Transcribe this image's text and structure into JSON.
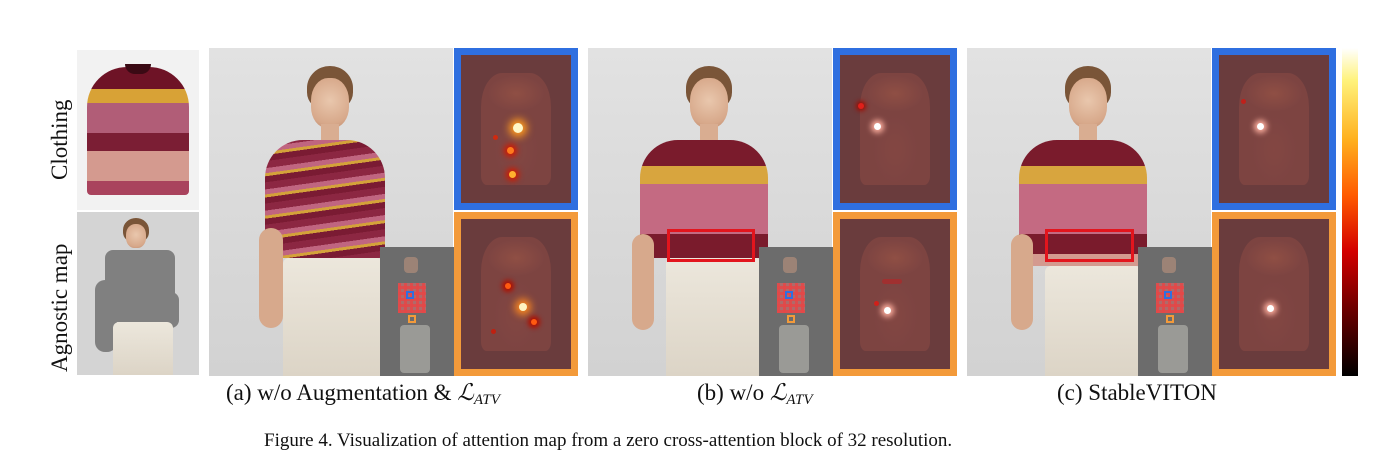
{
  "row_labels": {
    "clothing": "Clothing",
    "agnostic": "Agnostic map"
  },
  "panels": [
    {
      "id": "a",
      "caption_prefix": "(a) w/o Augmentation & ",
      "caption_symbol": "ℒ",
      "caption_sub": "ATV"
    },
    {
      "id": "b",
      "caption_prefix": "(b) w/o ",
      "caption_symbol": "ℒ",
      "caption_sub": "ATV"
    },
    {
      "id": "c",
      "caption_prefix": "(c) StableVITON",
      "caption_symbol": "",
      "caption_sub": ""
    }
  ],
  "figure_caption": "Figure 4. Visualization of attention map from a zero cross-attention block of 32 resolution.",
  "colors": {
    "blue_frame": "#2f6fe0",
    "orange_frame": "#f39a3a",
    "highlight_box": "#e3151d"
  },
  "colorbar": "hot"
}
